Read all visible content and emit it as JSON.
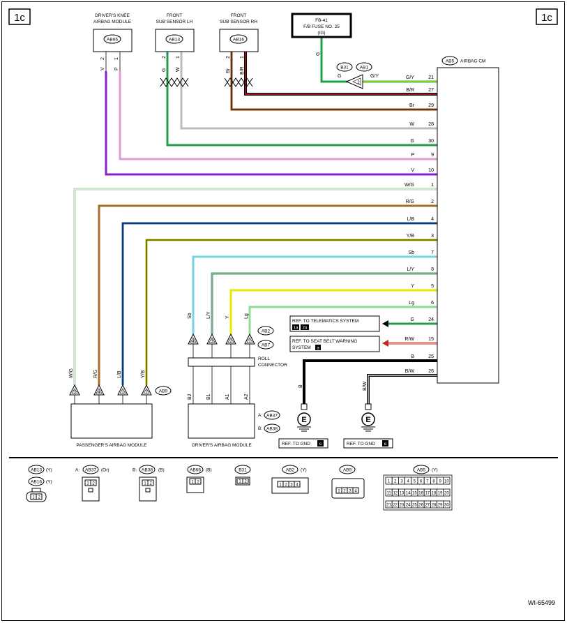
{
  "page": {
    "tag_left": "1c",
    "tag_right": "1c",
    "figure_id": "WI-65499"
  },
  "modules": {
    "knee": {
      "line1": "DRIVER'S KNEE",
      "line2": "AIRBAG MODULE",
      "conn": "AB66"
    },
    "sub_lh": {
      "line1": "FRONT",
      "line2": "SUB SENSOR LH",
      "conn": "AB13"
    },
    "sub_rh": {
      "line1": "FRONT",
      "line2": "SUB SENSOR RH",
      "conn": "AB16"
    }
  },
  "fuse": {
    "line1": "FB-41",
    "line2": "F/B FUSE NO. 25",
    "line3": "(IG)"
  },
  "joint": {
    "conn1": "B31",
    "conn2": "AB1",
    "pin": "2",
    "wire_in": "G",
    "wire_out": "G/Y"
  },
  "cm": {
    "conn": "AB5",
    "label": "AIRBAG CM"
  },
  "cm_pins": [
    {
      "wire": "G/Y",
      "pin": "21",
      "color": "#2ab34a"
    },
    {
      "wire": "B/R",
      "pin": "27",
      "color": "#8b1a1a"
    },
    {
      "wire": "Br",
      "pin": "29",
      "color": "#8b4513"
    },
    {
      "wire": "W",
      "pin": "28",
      "color": "#bbbbbb"
    },
    {
      "wire": "G",
      "pin": "30",
      "color": "#1ea04a"
    },
    {
      "wire": "P",
      "pin": "9",
      "color": "#e59ad8"
    },
    {
      "wire": "V",
      "pin": "10",
      "color": "#8a1fc9"
    },
    {
      "wire": "W/G",
      "pin": "1",
      "color": "#9fcfa0"
    },
    {
      "wire": "R/G",
      "pin": "2",
      "color": "#d6531f"
    },
    {
      "wire": "L/B",
      "pin": "4",
      "color": "#1f5fb0"
    },
    {
      "wire": "Y/B",
      "pin": "3",
      "color": "#c4c400"
    },
    {
      "wire": "Sb",
      "pin": "7",
      "color": "#77d4dc"
    },
    {
      "wire": "L/Y",
      "pin": "8",
      "color": "#3f8fb0"
    },
    {
      "wire": "Y",
      "pin": "5",
      "color": "#e8e800"
    },
    {
      "wire": "Lg",
      "pin": "6",
      "color": "#8fdc8f"
    },
    {
      "wire": "G",
      "pin": "24",
      "color": "#1ea04a"
    },
    {
      "wire": "R/W",
      "pin": "15",
      "color": "#cc2222"
    },
    {
      "wire": "B",
      "pin": "25",
      "color": "#000000"
    },
    {
      "wire": "B/W",
      "pin": "26",
      "color": "#000000"
    }
  ],
  "mod_wires": {
    "knee": [
      {
        "wire": "V",
        "pin": "2"
      },
      {
        "wire": "P",
        "pin": "1"
      }
    ],
    "sub_lh": [
      {
        "wire": "G",
        "pin": "2"
      },
      {
        "wire": "W",
        "pin": "1"
      }
    ],
    "sub_rh": [
      {
        "wire": "Br",
        "pin": "2"
      },
      {
        "wire": "B/R",
        "pin": "1"
      }
    ]
  },
  "passenger": {
    "label": "PASSENGER'S AIRBAG MODULE",
    "conn": "AB9",
    "wires": [
      {
        "wire": "W/G",
        "pin": "3"
      },
      {
        "wire": "R/G",
        "pin": "4"
      },
      {
        "wire": "L/B",
        "pin": "1"
      },
      {
        "wire": "Y/B",
        "pin": "2"
      }
    ]
  },
  "roll": {
    "label1": "ROLL",
    "label2": "CONNECTOR",
    "conn1": "AB2",
    "conn2": "AB7",
    "wires": [
      {
        "wire": "Sb",
        "pin": "4"
      },
      {
        "wire": "L/Y",
        "pin": "3"
      },
      {
        "wire": "Y",
        "pin": "2"
      },
      {
        "wire": "Lg",
        "pin": "1"
      }
    ]
  },
  "driver": {
    "label": "DRIVER'S AIRBAG MODULE",
    "conn_a": "AB37",
    "conn_b": "AB38",
    "prefix_a": "A:",
    "prefix_b": "B:",
    "pins": [
      "B2",
      "B1",
      "A1",
      "A2"
    ]
  },
  "refs": {
    "telematics": {
      "text": "REF. TO TELEMATICS SYSTEM",
      "badges": [
        "1a",
        "2a"
      ]
    },
    "seatbelt": {
      "line1": "REF. TO SEAT BELT WARNING",
      "line2": "SYSTEM",
      "badge": "a"
    },
    "gnd1": {
      "text": "REF. TO GND",
      "badge": "c",
      "wire": "B",
      "symbol": "E"
    },
    "gnd2": {
      "text": "REF. TO GND",
      "badge": "e",
      "wire": "B/W",
      "symbol": "E"
    }
  },
  "legend": {
    "ab13": {
      "conn": "AB13",
      "color": "(Y)"
    },
    "ab16": {
      "conn": "AB16",
      "color": "(Y)"
    },
    "ab37": {
      "prefix": "A:",
      "conn": "AB37",
      "color": "(Or)"
    },
    "ab38": {
      "prefix": "B:",
      "conn": "AB38",
      "color": "(B)"
    },
    "ab66": {
      "conn": "AB66",
      "color": "(B)"
    },
    "b31": {
      "conn": "B31",
      "color": ""
    },
    "ab2": {
      "conn": "AB2",
      "color": "(Y)"
    },
    "ab9": {
      "conn": "AB9",
      "color": ""
    },
    "ab5": {
      "conn": "AB5",
      "color": "(Y)"
    }
  }
}
